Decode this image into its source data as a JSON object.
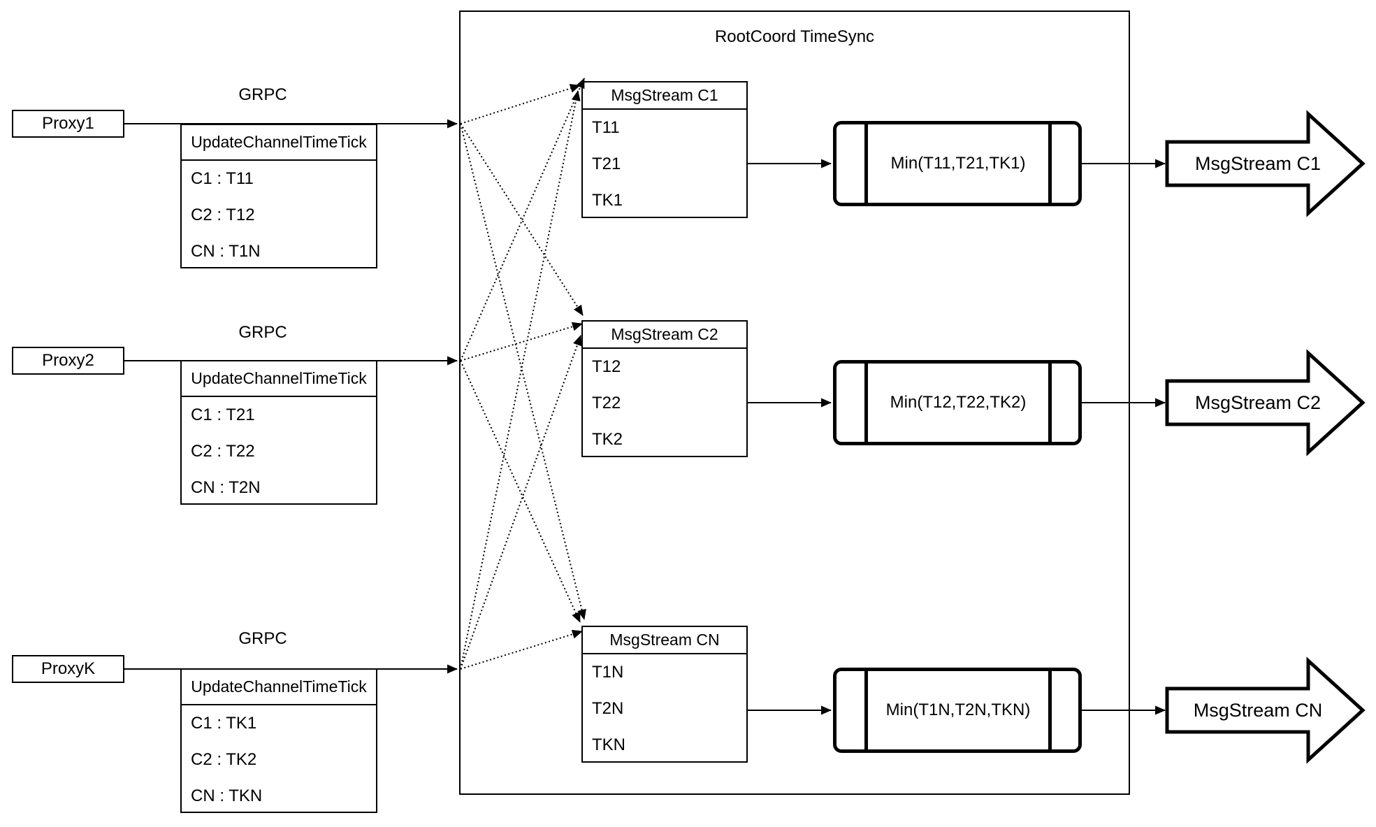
{
  "diagram": {
    "title": "RootCoord TimeSync",
    "proxies": [
      {
        "name": "Proxy1",
        "grpc_label": "GRPC",
        "table_header": "UpdateChannelTimeTick",
        "rows": [
          "C1 : T11",
          "C2 : T12",
          "CN : T1N"
        ]
      },
      {
        "name": "Proxy2",
        "grpc_label": "GRPC",
        "table_header": "UpdateChannelTimeTick",
        "rows": [
          "C1 : T21",
          "C2 : T22",
          "CN : T2N"
        ]
      },
      {
        "name": "ProxyK",
        "grpc_label": "GRPC",
        "table_header": "UpdateChannelTimeTick",
        "rows": [
          "C1 : TK1",
          "C2 : TK2",
          "CN : TKN"
        ]
      }
    ],
    "streams": [
      {
        "table_header": "MsgStream C1",
        "rows": [
          "T11",
          "T21",
          "TK1"
        ],
        "min_label": "Min(T11,T21,TK1)",
        "output_label": "MsgStream C1"
      },
      {
        "table_header": "MsgStream C2",
        "rows": [
          "T12",
          "T22",
          "TK2"
        ],
        "min_label": "Min(T12,T22,TK2)",
        "output_label": "MsgStream C2"
      },
      {
        "table_header": "MsgStream CN",
        "rows": [
          "T1N",
          "T2N",
          "TKN"
        ],
        "min_label": "Min(T1N,T2N,TKN)",
        "output_label": "MsgStream CN"
      }
    ],
    "colors": {
      "stroke": "#000000",
      "background": "#ffffff"
    }
  }
}
